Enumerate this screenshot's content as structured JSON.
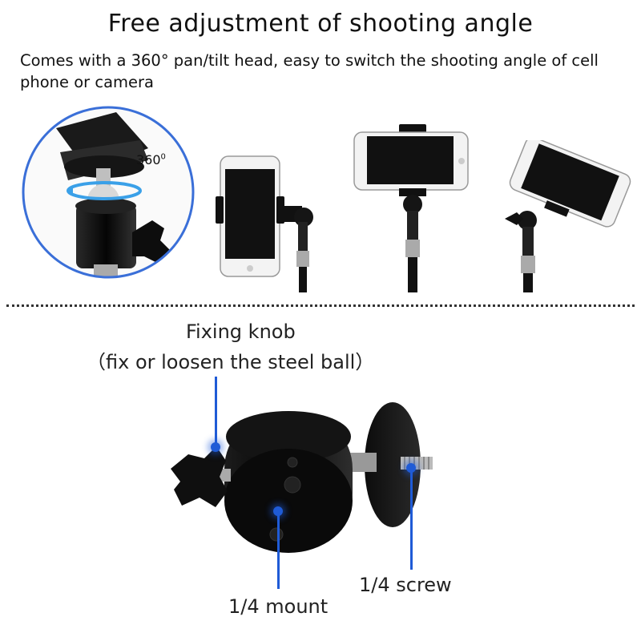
{
  "header": {
    "title": "Free adjustment of shooting angle",
    "subtitle": "Comes with a 360° pan/tilt head, easy to switch the shooting angle of cell phone or camera"
  },
  "top_row": {
    "rotation_label": "360",
    "rotation_sup": "0"
  },
  "callouts": {
    "fixing_knob": "Fixing knob",
    "fixing_knob_note": "（fix or loosen the steel ball）",
    "mount": "1/4 mount",
    "screw": "1/4 screw"
  },
  "colors": {
    "pointer": "#1f5bd6",
    "circle_border": "#3a6fd8",
    "metal": "#111111"
  }
}
